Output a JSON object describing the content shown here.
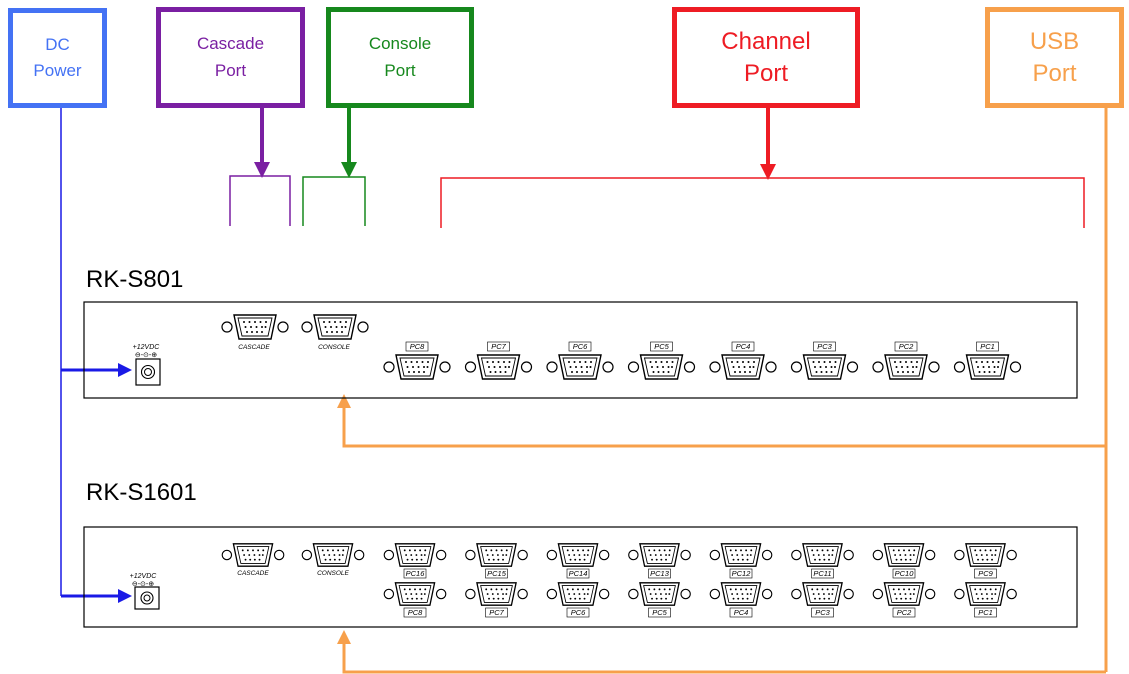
{
  "labels": {
    "dc_power": {
      "text": "DC\nPower",
      "color": "#4472f4"
    },
    "cascade_port": {
      "text": "Cascade\nPort",
      "color": "#7a1fa2"
    },
    "console_port": {
      "text": "Console\nPort",
      "color": "#16881d"
    },
    "channel_port": {
      "text": "Channel\nPort",
      "color": "#ee1c24"
    },
    "usb_port": {
      "text": "USB\nPort",
      "color": "#f7a04b"
    }
  },
  "arrow_colors": {
    "dc": "#1a1ae6",
    "usb": "#f7a04b"
  },
  "models": {
    "s801": {
      "name": "RK-S801",
      "power_label": "+12VDC",
      "cascade_label": "CASCADE",
      "console_label": "CONSOLE",
      "ports": [
        "PC8",
        "PC7",
        "PC6",
        "PC5",
        "PC4",
        "PC3",
        "PC2",
        "PC1"
      ]
    },
    "s1601": {
      "name": "RK-S1601",
      "power_label": "+12VDC",
      "cascade_label": "CASCADE",
      "console_label": "CONSOLE",
      "ports_top": [
        "PC16",
        "PC15",
        "PC14",
        "PC13",
        "PC12",
        "PC11",
        "PC10",
        "PC9"
      ],
      "ports_bottom": [
        "PC8",
        "PC7",
        "PC6",
        "PC5",
        "PC4",
        "PC3",
        "PC2",
        "PC1"
      ]
    }
  }
}
